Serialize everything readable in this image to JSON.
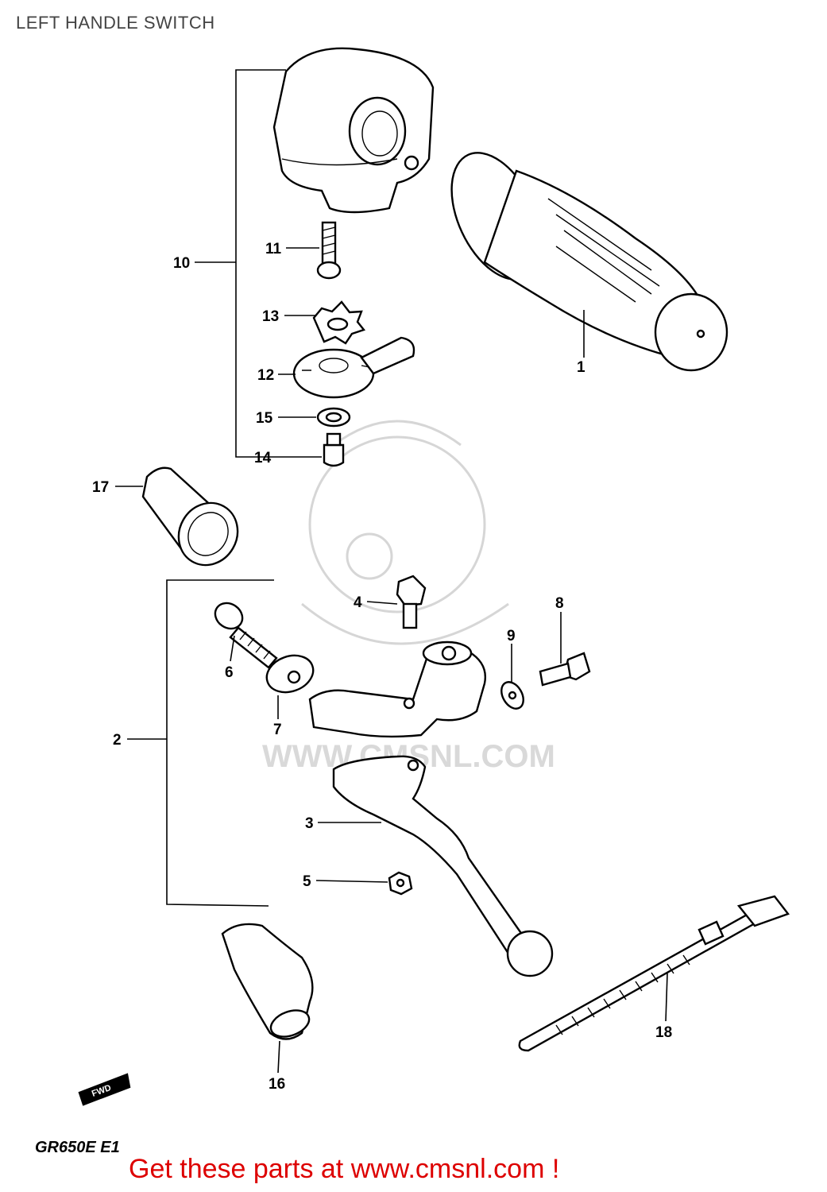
{
  "title": "LEFT HANDLE SWITCH",
  "model_code": "GR650E E1",
  "footer_text": "Get these parts at www.cmsnl.com !",
  "watermark_text": "WWW.CMSNL.COM",
  "fwd_label": "FWD",
  "callouts": {
    "c1": "1",
    "c2": "2",
    "c3": "3",
    "c4": "4",
    "c5": "5",
    "c6": "6",
    "c7": "7",
    "c8": "8",
    "c9": "9",
    "c10": "10",
    "c11": "11",
    "c12": "12",
    "c13": "13",
    "c14": "14",
    "c15": "15",
    "c16": "16",
    "c17": "17",
    "c18": "18"
  },
  "colors": {
    "footer": "#dd0000",
    "watermark": "#d9d9d9",
    "ink": "#000000"
  }
}
